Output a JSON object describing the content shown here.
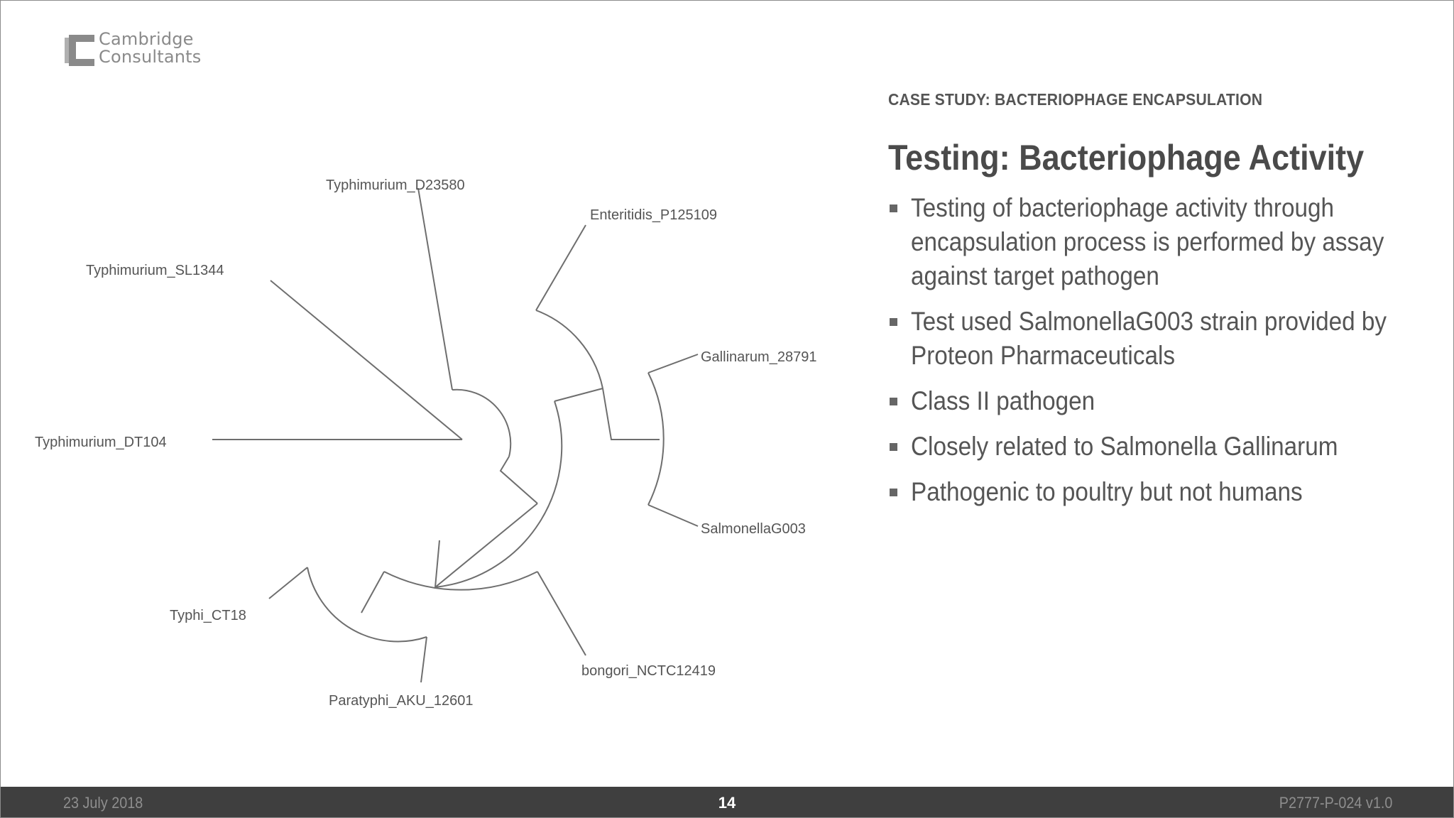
{
  "logo": {
    "line1": "Cambridge",
    "line2": "Consultants"
  },
  "case_label": "CASE STUDY: BACTERIOPHAGE ENCAPSULATION",
  "title": "Testing: Bacteriophage Activity",
  "bullets": [
    "Testing of bacteriophage activity through encapsulation process is performed by assay against target pathogen",
    "Test used SalmonellaG003 strain provided by Proteon Pharmaceuticals",
    "Class II pathogen",
    "Closely related to Salmonella Gallinarum",
    "Pathogenic to poultry but not humans"
  ],
  "tree": {
    "leaves": [
      "Typhimurium_D23580",
      "Enteritidis_P125109",
      "Typhimurium_SL1344",
      "Gallinarum_28791",
      "Typhimurium_DT104",
      "SalmonellaG003",
      "Typhi_CT18",
      "bongori_NCTC12419",
      "Paratyphi_AKU_12601"
    ]
  },
  "footer": {
    "date": "23 July 2018",
    "page": "14",
    "ref": "P2777-P-024 v1.0"
  },
  "colors": {
    "footer_bg": "#3f3f3f",
    "text": "#555555",
    "tree_line": "#6e6e6e"
  }
}
